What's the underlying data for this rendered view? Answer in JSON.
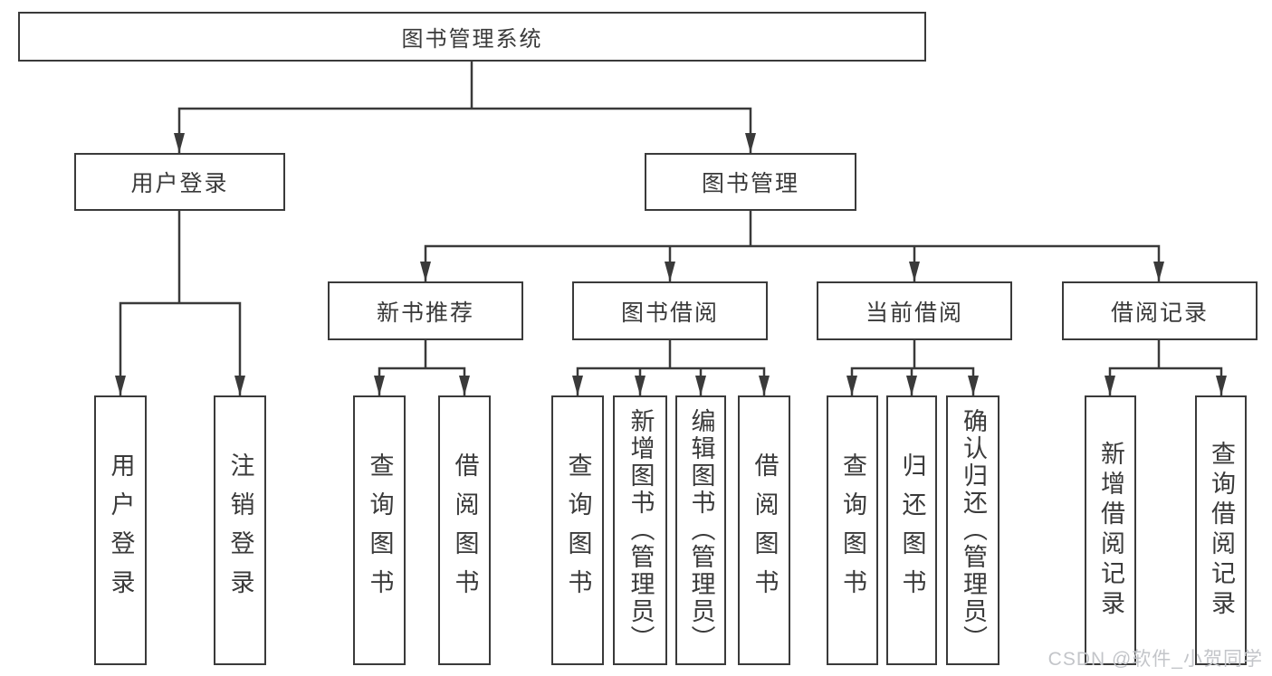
{
  "diagram": {
    "root": "图书管理系统",
    "level2": [
      {
        "label": "用户登录"
      },
      {
        "label": "图书管理"
      }
    ],
    "level3": [
      {
        "label": "新书推荐"
      },
      {
        "label": "图书借阅"
      },
      {
        "label": "当前借阅"
      },
      {
        "label": "借阅记录"
      }
    ],
    "level4": [
      {
        "label": "用户登录"
      },
      {
        "label": "注销登录"
      },
      {
        "label": "查询图书"
      },
      {
        "label": "借阅图书"
      },
      {
        "label": "查询图书"
      },
      {
        "label": "新增图书（管理员）"
      },
      {
        "label": "编辑图书（管理员）"
      },
      {
        "label": "借阅图书"
      },
      {
        "label": "查询图书"
      },
      {
        "label": "归还图书"
      },
      {
        "label": "确认归还（管理员）"
      },
      {
        "label": "新增借阅记录"
      },
      {
        "label": "查询借阅记录"
      }
    ],
    "watermark": "CSDN @软件_小贺同学",
    "colors": {
      "line": "#3a3a3a",
      "text": "#3a3a3a",
      "watermark": "#c3c5c9",
      "background": "#ffffff"
    }
  }
}
